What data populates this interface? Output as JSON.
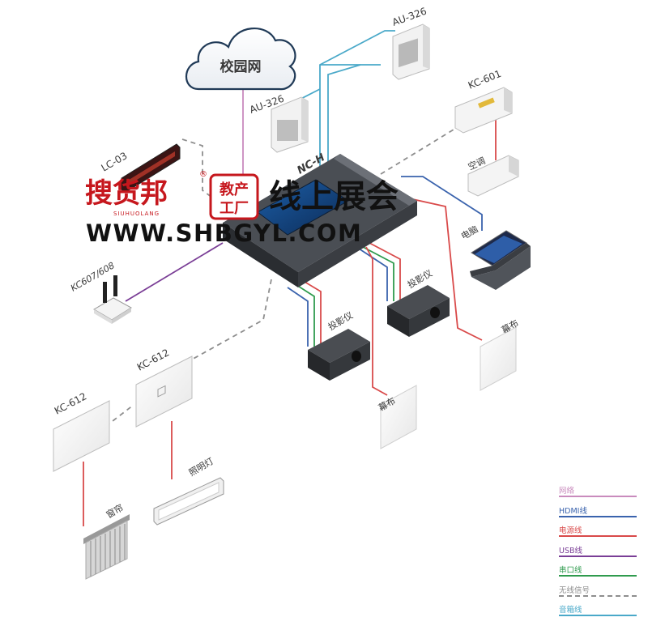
{
  "labels": {
    "cloud": "校园网",
    "au326_top": "AU-326",
    "au326_left": "AU-326",
    "kc601": "KC-601",
    "lc03": "LC-03",
    "nch": "NC-H",
    "aircon": "空调",
    "laptop": "电脑",
    "kc607": "KC607/608",
    "projector_right": "投影仪",
    "projector_left": "投影仪",
    "screen_right": "幕布",
    "screen_left": "幕布",
    "kc612_top": "KC-612",
    "kc612_left": "KC-612",
    "lighting": "照明灯",
    "curtain": "窗帘"
  },
  "watermark": {
    "brand": "搜货邦",
    "brand_pinyin": "SIUHUOLANG",
    "reg": "®",
    "badge_top": "教产",
    "badge_bottom": "工厂",
    "slogan": "线上展会",
    "url": "WWW.SHBGYL.COM"
  },
  "legend": [
    {
      "label": "网络",
      "color": "#c98bbd",
      "style": "solid"
    },
    {
      "label": "HDMI线",
      "color": "#3a63ad",
      "style": "solid"
    },
    {
      "label": "电源线",
      "color": "#d94a4a",
      "style": "solid"
    },
    {
      "label": "USB线",
      "color": "#7a3e96",
      "style": "solid"
    },
    {
      "label": "串口线",
      "color": "#2f9b4e",
      "style": "solid"
    },
    {
      "label": "无线信号",
      "color": "#8e8e8e",
      "style": "dashed"
    },
    {
      "label": "音箱线",
      "color": "#4aa9c9",
      "style": "solid"
    }
  ]
}
